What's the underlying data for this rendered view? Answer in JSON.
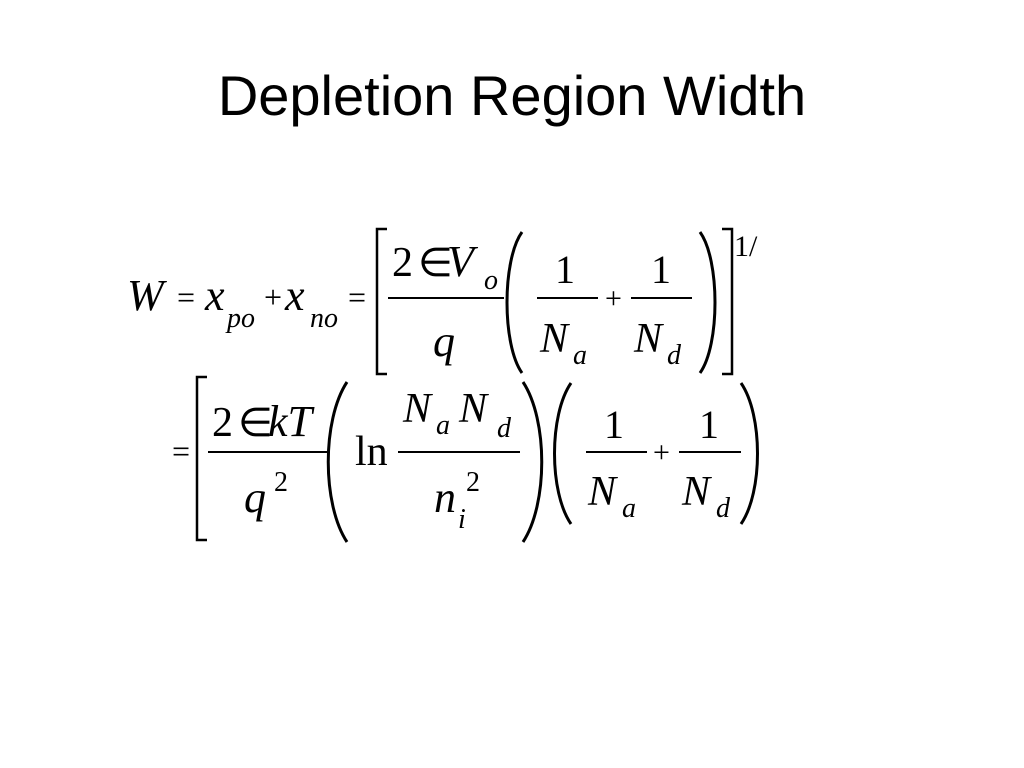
{
  "slide": {
    "title": "Depletion Region Width"
  },
  "equation": {
    "line1": {
      "lhs": "W",
      "eq1": "=",
      "x1": "x",
      "x1_sub": "po",
      "plus": "+",
      "x2": "x",
      "x2_sub": "no",
      "eq2": "=",
      "num_coef": "2",
      "epsilon": "∈",
      "V": "V",
      "V_sub": "o",
      "den": "q",
      "one_a": "1",
      "N_a": "N",
      "N_a_sub": "a",
      "plus2": "+",
      "one_d": "1",
      "N_d": "N",
      "N_d_sub": "d",
      "exponent": "1/"
    },
    "line2": {
      "eq": "=",
      "num_coef": "2",
      "epsilon": "∈",
      "kT": "kT",
      "den_q": "q",
      "den_q_exp": "2",
      "ln": "ln",
      "ln_num_N1": "N",
      "ln_num_N1_sub": "a",
      "ln_num_N2": "N",
      "ln_num_N2_sub": "d",
      "ln_den_n": "n",
      "ln_den_n_sub": "i",
      "ln_den_n_exp": "2",
      "one_a": "1",
      "N_a": "N",
      "N_a_sub": "a",
      "plus": "+",
      "one_d": "1",
      "N_d": "N",
      "N_d_sub": "d"
    }
  },
  "colors": {
    "background": "#ffffff",
    "text": "#000000"
  }
}
